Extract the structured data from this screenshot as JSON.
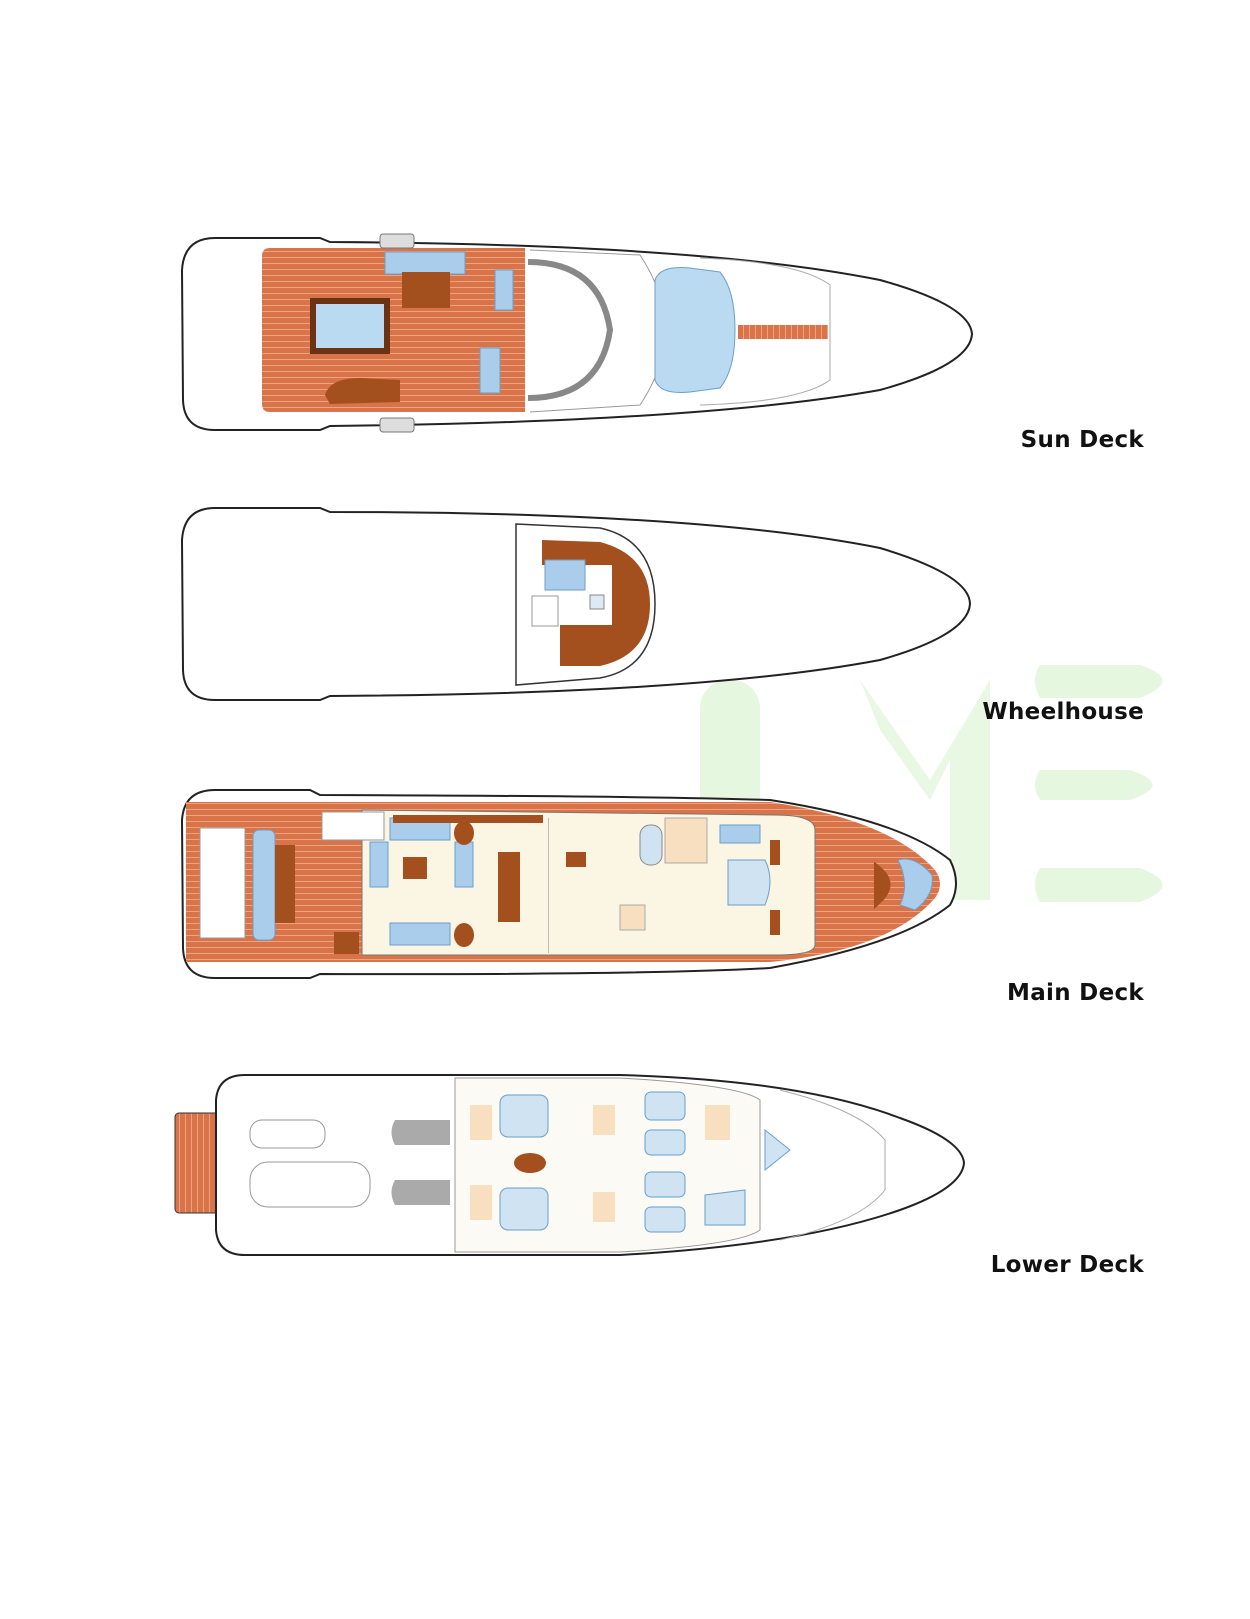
{
  "decks": [
    {
      "name": "Sun Deck"
    },
    {
      "name": "Wheelhouse"
    },
    {
      "name": "Main Deck"
    },
    {
      "name": "Lower Deck"
    }
  ],
  "watermark": {
    "text": "ME"
  },
  "colors": {
    "teak": "#d9744a",
    "dark_wood": "#a4501e",
    "cushion": "#a9cdea",
    "floor": "#fbf6e4",
    "watermark": "#e4f6de",
    "hull": "#222222"
  }
}
